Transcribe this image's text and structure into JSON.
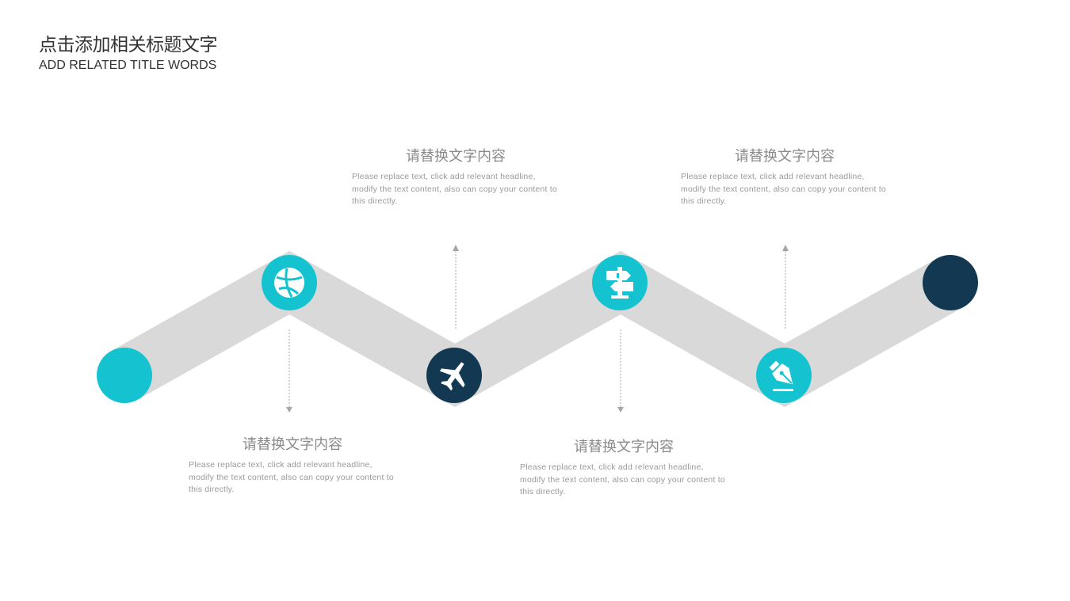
{
  "header": {
    "title": "点击添加相关标题文字",
    "subtitle": "ADD RELATED TITLE WORDS"
  },
  "colors": {
    "path": "#d9d9d9",
    "teal": "#14c3cf",
    "navy": "#123852",
    "arrow": "#a6a6a6"
  },
  "nodes": [
    {
      "name": "start-node",
      "icon": "none",
      "color": "teal"
    },
    {
      "name": "step-1-node",
      "icon": "basketball-icon",
      "color": "teal"
    },
    {
      "name": "step-2-node",
      "icon": "airplane-icon",
      "color": "navy"
    },
    {
      "name": "step-3-node",
      "icon": "signpost-icon",
      "color": "teal"
    },
    {
      "name": "step-4-node",
      "icon": "pen-nib-icon",
      "color": "teal"
    },
    {
      "name": "end-node",
      "icon": "none",
      "color": "navy"
    }
  ],
  "steps": [
    {
      "heading": "请替换文字内容",
      "body": "Please replace text, click add relevant headline, modify the text content, also can copy your content to this directly."
    },
    {
      "heading": "请替换文字内容",
      "body": "Please replace text, click add relevant headline, modify the text content, also can copy your content to this directly."
    },
    {
      "heading": "请替换文字内容",
      "body": "Please replace text, click add relevant headline, modify the text content, also can copy your content to this directly."
    },
    {
      "heading": "请替换文字内容",
      "body": "Please replace text, click add relevant headline, modify the text content, also can copy your content to this directly."
    }
  ]
}
